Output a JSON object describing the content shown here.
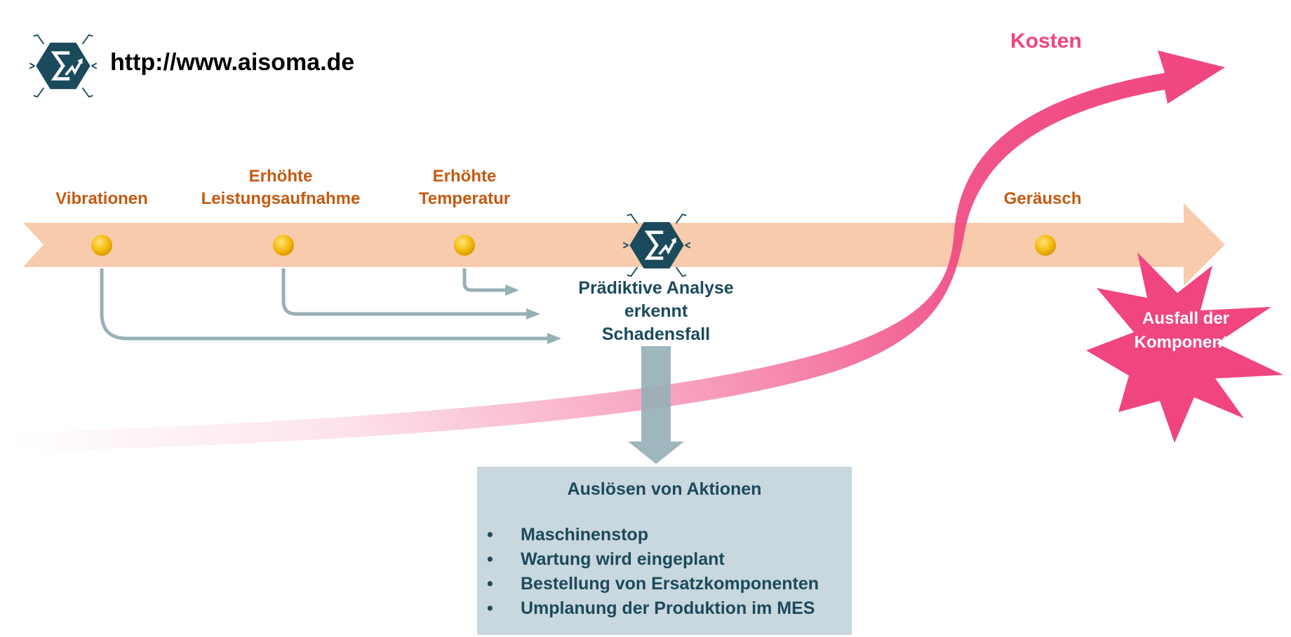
{
  "header": {
    "url": "http://www.aisoma.de",
    "logo_icon": "aisoma-sigma-hexagon-logo"
  },
  "cost_curve": {
    "label": "Kosten",
    "color": "#f0457f"
  },
  "timeline": {
    "color": "#f8cbad",
    "events": [
      {
        "label_lines": [
          "Vibrationen"
        ]
      },
      {
        "label_lines": [
          "Erhöhte",
          "Leistungsaufnahme"
        ]
      },
      {
        "label_lines": [
          "Erhöhte",
          "Temperatur"
        ]
      },
      {
        "label_lines": [
          "Geräusch"
        ]
      }
    ],
    "event_color": "#f5bd0f"
  },
  "analysis": {
    "label_lines": [
      "Prädiktive Analyse",
      "erkennt",
      "Schadensfall"
    ],
    "icon": "aisoma-sigma-hexagon-logo"
  },
  "failure": {
    "label_lines": [
      "Ausfall der",
      "Komponente"
    ],
    "color": "#f0457f"
  },
  "actions": {
    "title": "Auslösen von Aktionen",
    "bullet": "•",
    "items": [
      "Maschinenstop",
      "Wartung wird eingeplant",
      "Bestellung von Ersatzkomponenten",
      "Umplanung der Produktion im MES"
    ],
    "box_color": "#c9d7de",
    "connector_color": "#97b0b8"
  }
}
